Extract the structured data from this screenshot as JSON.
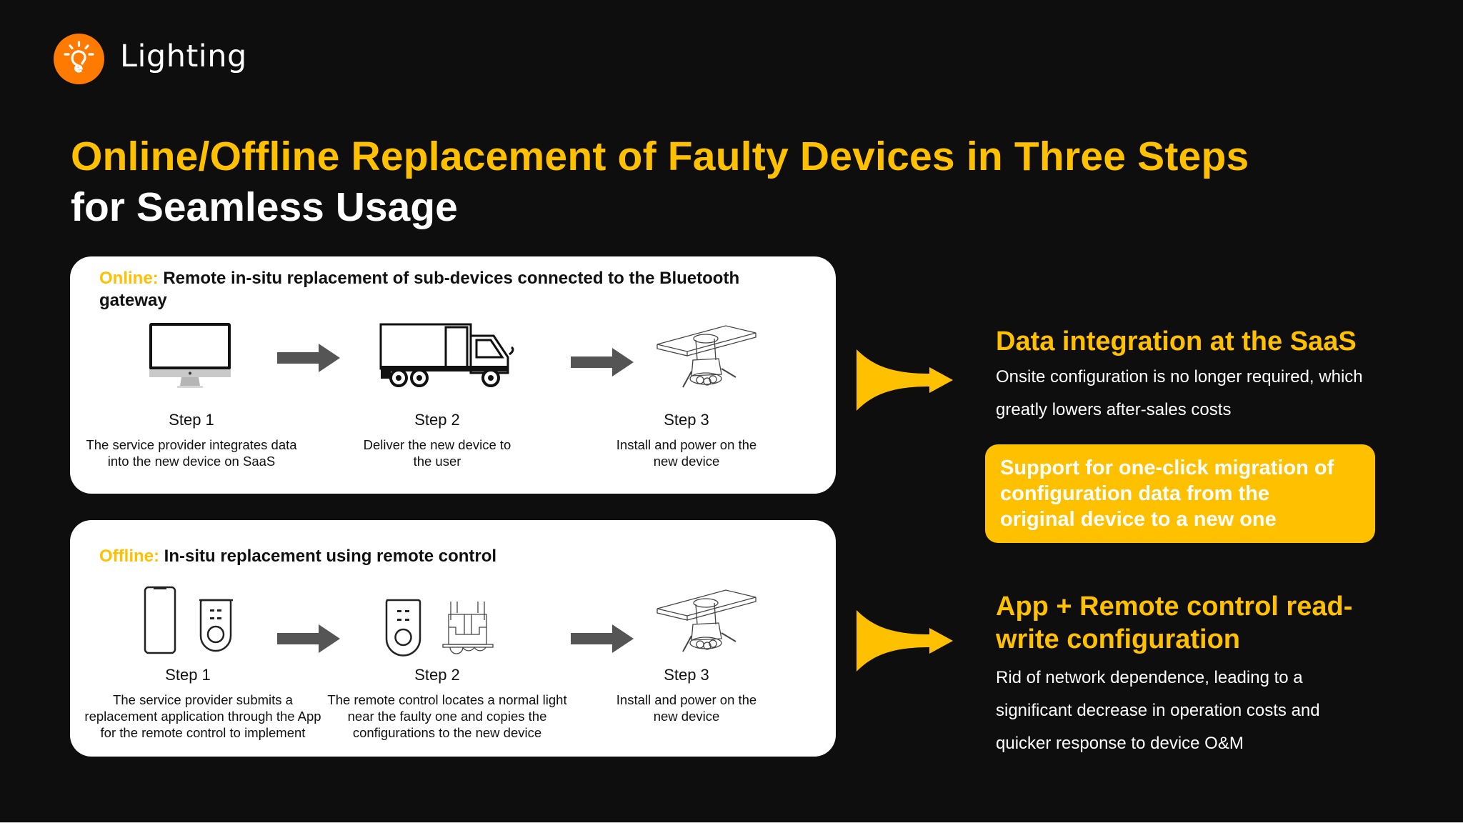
{
  "brand": {
    "name": "Lighting",
    "logo_icon": "lightbulb-e-icon",
    "logo_color": "#ff7a00"
  },
  "title": {
    "line1": "Online/Offline Replacement of Faulty Devices in Three Steps",
    "line2": "for Seamless Usage",
    "accent_color": "#ffc000"
  },
  "online_card": {
    "mode_label": "Online:",
    "heading": " Remote in-situ replacement of sub-devices connected to the Bluetooth gateway",
    "steps": [
      {
        "icon": "computer-monitor-icon",
        "label": "Step 1",
        "desc_lines": [
          "The service provider integrates data",
          "into the new device on SaaS"
        ]
      },
      {
        "icon": "delivery-truck-icon",
        "label": "Step 2",
        "desc_lines": [
          "Deliver the new device to",
          "the user"
        ]
      },
      {
        "icon": "ceiling-light-install-icon",
        "label": "Step 3",
        "desc_lines": [
          "Install and power on the",
          "new device"
        ]
      }
    ]
  },
  "offline_card": {
    "mode_label": "Offline:",
    "heading": " In-situ replacement using remote control",
    "steps": [
      {
        "icon": "smartphone-and-remote-icon",
        "label": "Step 1",
        "desc_lines": [
          "The service provider submits a",
          "replacement application through the App",
          "for the remote control to implement"
        ]
      },
      {
        "icon": "remote-and-light-fixture-icon",
        "label": "Step 2",
        "desc_lines": [
          "The remote control locates a normal light",
          "near the faulty one and copies the",
          "configurations to the new device"
        ]
      },
      {
        "icon": "ceiling-light-install-icon",
        "label": "Step 3",
        "desc_lines": [
          "Install and power on the",
          "new device"
        ]
      }
    ]
  },
  "features": [
    {
      "title_lines": [
        "Data integration at the SaaS"
      ],
      "desc_lines": [
        "Onsite configuration is no longer required, which",
        "greatly lowers after-sales costs"
      ]
    },
    {
      "title_lines": [
        "App + Remote control read-",
        "write configuration"
      ],
      "desc_lines": [
        "Rid of network dependence, leading to a",
        "significant decrease in operation costs and",
        "quicker response to device O&M"
      ]
    }
  ],
  "highlight": {
    "lines": [
      "Support for one-click migration of",
      "configuration data from the",
      "original device to a new one"
    ],
    "color": "#ffc000"
  }
}
